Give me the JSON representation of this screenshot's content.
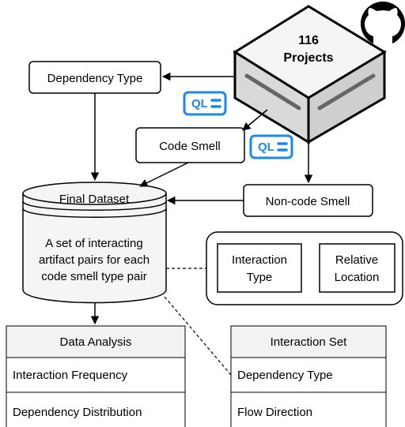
{
  "projects": {
    "count": "116",
    "label": "Projects"
  },
  "icons": {
    "source": "github-icon",
    "query": "codeql-icon"
  },
  "nodes": {
    "dependency_type": "Dependency Type",
    "code_smell": "Code Smell",
    "non_code_smell": "Non-code Smell",
    "final_dataset": "Final Dataset",
    "dataset_desc": [
      "A set of interacting",
      "artifact pairs for each",
      "code smell type pair"
    ]
  },
  "attributes": {
    "interaction_type": [
      "Interaction",
      "Type"
    ],
    "relative_location": [
      "Relative",
      "Location"
    ]
  },
  "ql_label": "QL",
  "data_analysis": {
    "title": "Data Analysis",
    "items": [
      "Interaction Frequency",
      "Dependency Distribution"
    ]
  },
  "interaction_set": {
    "title": "Interaction Set",
    "items": [
      "Dependency Type",
      "Flow Direction"
    ]
  },
  "colors": {
    "cube_top": "#f5f5f5",
    "cube_side": "#d6d6d6",
    "cube_stripe": "#666666",
    "ql_blue": "#1e88e5",
    "header_fill": "#f2f2f2"
  }
}
